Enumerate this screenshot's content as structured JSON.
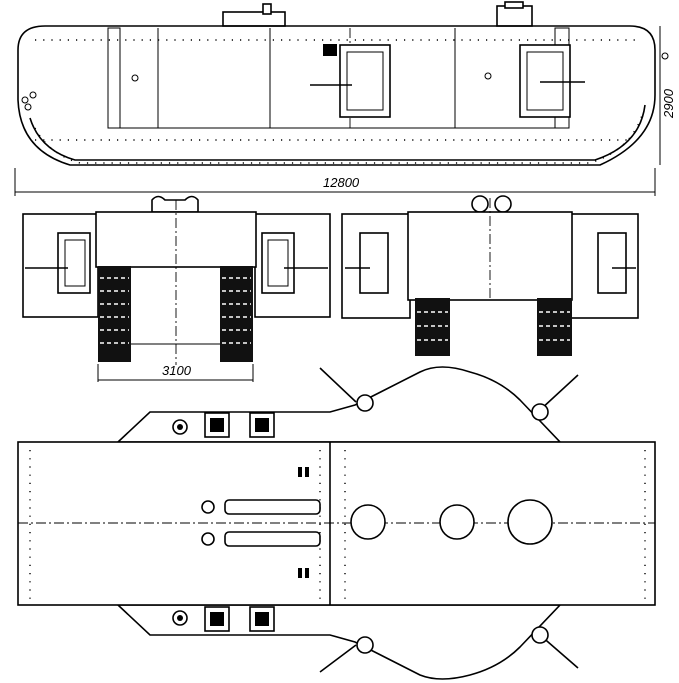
{
  "dimensions": {
    "length": "12800",
    "height": "2900",
    "track_width": "3100"
  },
  "colors": {
    "ink": "#000000",
    "paper": "#ffffff"
  }
}
